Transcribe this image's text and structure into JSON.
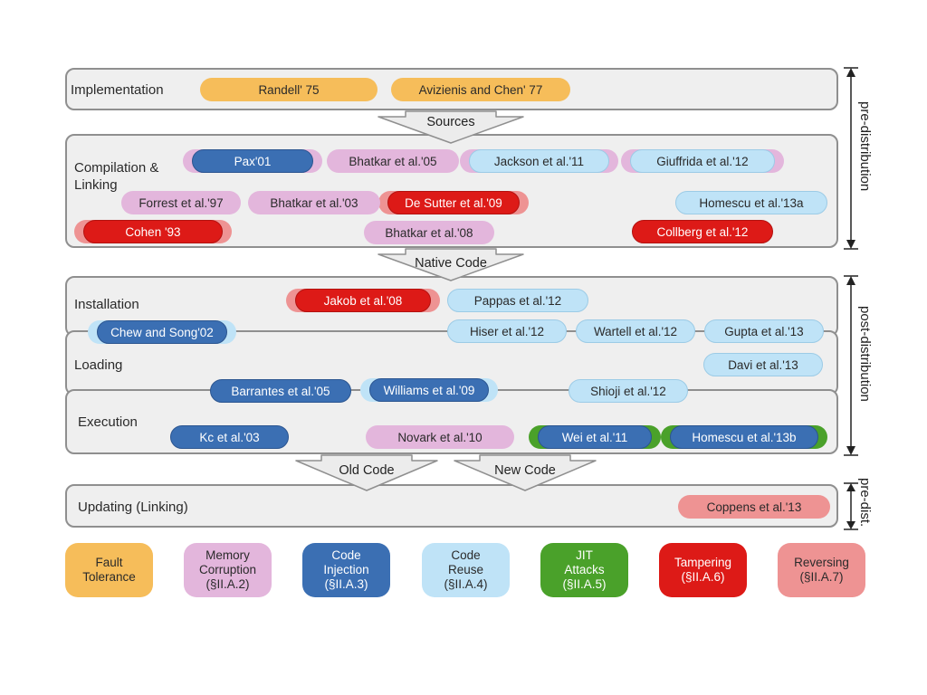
{
  "colors": {
    "fault_tolerance": "#f6bd5a",
    "memory_corruption": "#e3b6dc",
    "code_injection": "#3b6fb3",
    "code_reuse": "#bfe3f7",
    "jit_attacks": "#4aa12a",
    "tampering": "#dd1a17",
    "reversing": "#ee9393"
  },
  "stages": {
    "implementation": "Implementation",
    "compilation": "Compilation &\nLinking",
    "installation": "Installation",
    "loading": "Loading",
    "execution": "Execution",
    "updating": "Updating (Linking)"
  },
  "arrows": {
    "sources": "Sources",
    "native_code": "Native Code",
    "old_code": "Old Code",
    "new_code": "New Code"
  },
  "side_labels": {
    "pre_distribution": "pre-distribution",
    "post_distribution": "post-distribution",
    "pre_dist": "pre-dist."
  },
  "papers": {
    "randell": {
      "label": "Randell' 75",
      "category": "fault_tolerance"
    },
    "avizienis": {
      "label": "Avizienis and Chen' 77",
      "category": "fault_tolerance"
    },
    "pax": {
      "label": "Pax'01",
      "category": "code_injection",
      "also": "memory_corruption"
    },
    "bhatkar05": {
      "label": "Bhatkar et al.'05",
      "category": "memory_corruption"
    },
    "jackson": {
      "label": "Jackson et al.'11",
      "category": "code_reuse",
      "also": "memory_corruption"
    },
    "giuffrida": {
      "label": "Giuffrida et al.'12",
      "category": "code_reuse",
      "also": "memory_corruption"
    },
    "forrest": {
      "label": "Forrest et al.'97",
      "category": "memory_corruption"
    },
    "bhatkar03": {
      "label": "Bhatkar et al.'03",
      "category": "memory_corruption"
    },
    "desutter": {
      "label": "De Sutter et al.'09",
      "category": "tampering",
      "also": "reversing"
    },
    "homescu13a": {
      "label": "Homescu et al.'13a",
      "category": "code_reuse"
    },
    "cohen": {
      "label": "Cohen '93",
      "category": "tampering",
      "also": "reversing"
    },
    "bhatkar08": {
      "label": "Bhatkar et al.'08",
      "category": "memory_corruption"
    },
    "collberg": {
      "label": "Collberg et al.'12",
      "category": "tampering"
    },
    "jakob": {
      "label": "Jakob et al.'08",
      "category": "tampering",
      "also": "reversing"
    },
    "pappas": {
      "label": "Pappas et al.'12",
      "category": "code_reuse"
    },
    "chewsong": {
      "label": "Chew and Song'02",
      "category": "code_injection",
      "also": "code_reuse"
    },
    "hiser": {
      "label": "Hiser et al.'12",
      "category": "code_reuse"
    },
    "wartell": {
      "label": "Wartell et al.'12",
      "category": "code_reuse"
    },
    "gupta": {
      "label": "Gupta et al.'13",
      "category": "code_reuse"
    },
    "davi": {
      "label": "Davi et al.'13",
      "category": "code_reuse"
    },
    "barrantes": {
      "label": "Barrantes et al.'05",
      "category": "code_injection"
    },
    "williams": {
      "label": "Williams et al.'09",
      "category": "code_injection",
      "also": "code_reuse"
    },
    "shioji": {
      "label": "Shioji et al.'12",
      "category": "code_reuse"
    },
    "kc": {
      "label": "Kc et al.'03",
      "category": "code_injection"
    },
    "novark": {
      "label": "Novark et al.'10",
      "category": "memory_corruption"
    },
    "wei": {
      "label": "Wei et al.'11",
      "category": "code_injection",
      "also": "jit_attacks"
    },
    "homescu13b": {
      "label": "Homescu et al.'13b",
      "category": "code_injection",
      "also": "jit_attacks"
    },
    "coppens": {
      "label": "Coppens et al.'13",
      "category": "reversing"
    }
  },
  "legend": [
    {
      "key": "fault_tolerance",
      "label": "Fault\nTolerance"
    },
    {
      "key": "memory_corruption",
      "label": "Memory\nCorruption\n(§II.A.2)"
    },
    {
      "key": "code_injection",
      "label": "Code\nInjection\n(§II.A.3)"
    },
    {
      "key": "code_reuse",
      "label": "Code\nReuse\n(§II.A.4)"
    },
    {
      "key": "jit_attacks",
      "label": "JIT\nAttacks\n(§II.A.5)"
    },
    {
      "key": "tampering",
      "label": "Tampering\n(§II.A.6)"
    },
    {
      "key": "reversing",
      "label": "Reversing\n(§II.A.7)"
    }
  ]
}
